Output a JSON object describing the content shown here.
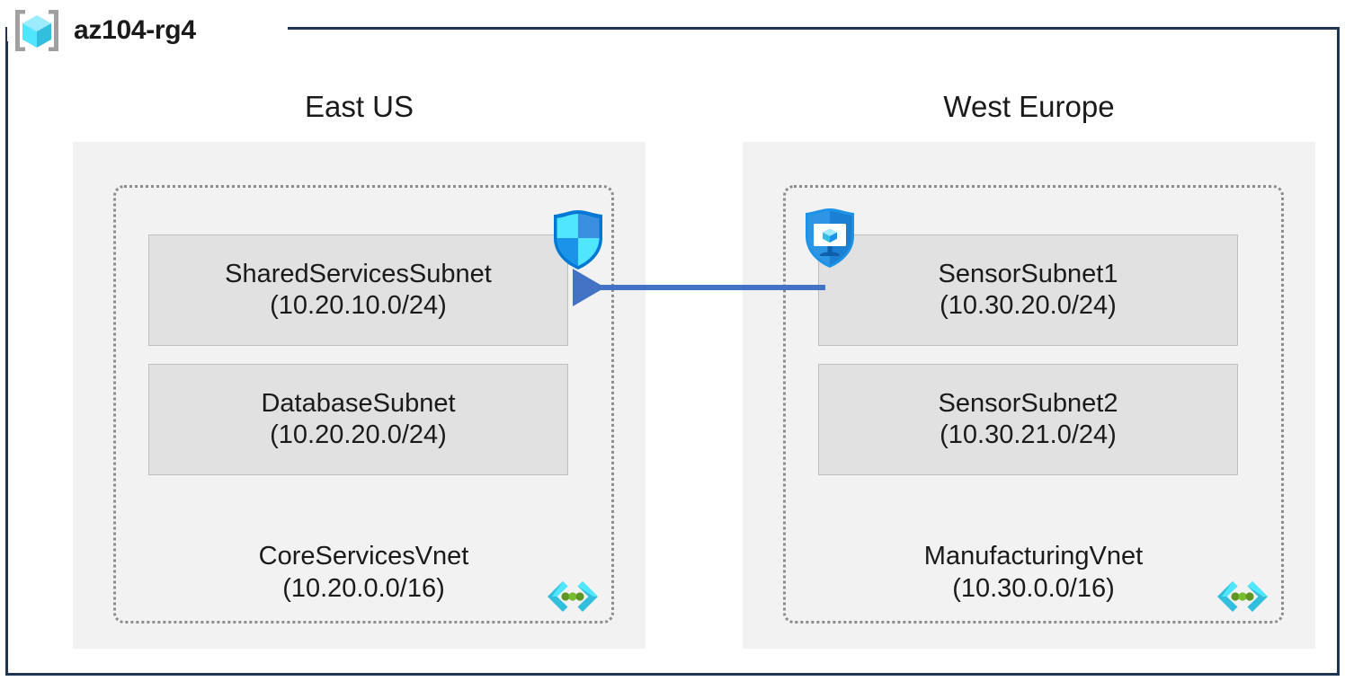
{
  "resource_group": {
    "name": "az104-rg4",
    "icon": "resource-group-cube-icon",
    "frame_color": "#1F3552"
  },
  "colors": {
    "region_background": "#F2F2F2",
    "subnet_background": "#E1E1E1",
    "subnet_border": "#BFBFBF",
    "vnet_border": "#8C8C8C",
    "arrow": "#4472C4",
    "vnet_icon_bracket": "#32BEDD",
    "vnet_icon_dot": "#5E9624",
    "shield_blue": "#0078D4",
    "cube_cyan": "#50E6FF"
  },
  "regions": [
    {
      "label": "East US",
      "vnet": {
        "name": "CoreServicesVnet",
        "cidr": "(10.20.0.0/16)",
        "icon": "virtual-network-icon",
        "subnets": [
          {
            "name": "SharedServicesSubnet",
            "cidr": "(10.20.10.0/24)",
            "badge": "shield-icon",
            "badge_label": "network-security-group"
          },
          {
            "name": "DatabaseSubnet",
            "cidr": "(10.20.20.0/24)",
            "badge": null,
            "badge_label": null
          }
        ]
      }
    },
    {
      "label": "West Europe",
      "vnet": {
        "name": "ManufacturingVnet",
        "cidr": "(10.30.0.0/16)",
        "icon": "virtual-network-icon",
        "subnets": [
          {
            "name": "SensorSubnet1",
            "cidr": "(10.30.20.0/24)",
            "badge": "shield-monitor-icon",
            "badge_label": "azure-bastion"
          },
          {
            "name": "SensorSubnet2",
            "cidr": "(10.30.21.0/24)",
            "badge": null,
            "badge_label": null
          }
        ]
      }
    }
  ],
  "connection": {
    "label": "",
    "direction": "right-to-left",
    "from": "SensorSubnet1",
    "to": "SharedServicesSubnet",
    "color": "#4472C4"
  }
}
